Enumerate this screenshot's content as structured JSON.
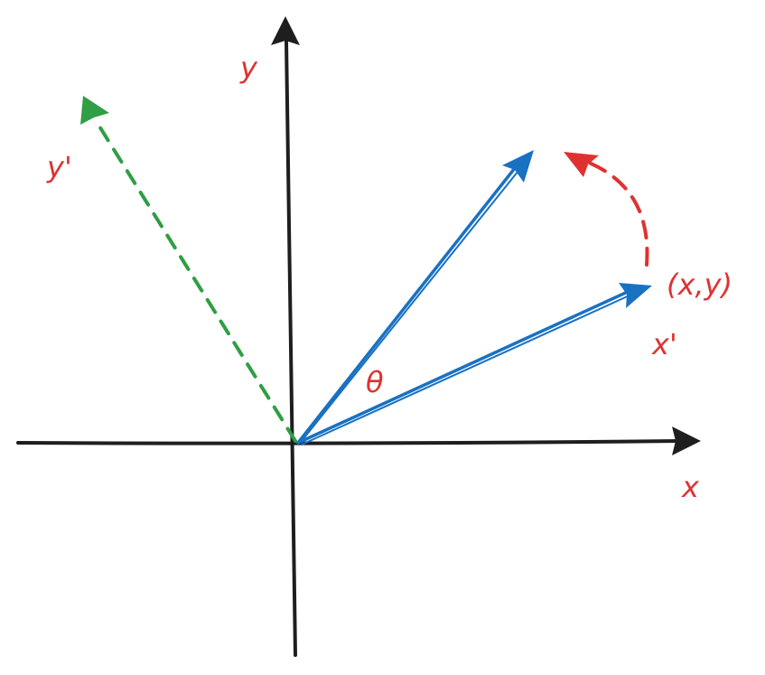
{
  "labels": {
    "y_axis": "y",
    "x_axis": "x",
    "y_prime": "y'",
    "x_prime": "x'",
    "point": "(x,y)",
    "angle": "θ"
  },
  "colors": {
    "axis": "#1e1e1e",
    "vector": "#1971c2",
    "label": "#e03131",
    "y_prime_axis": "#2f9e44",
    "rotation_arrow": "#e03131"
  }
}
